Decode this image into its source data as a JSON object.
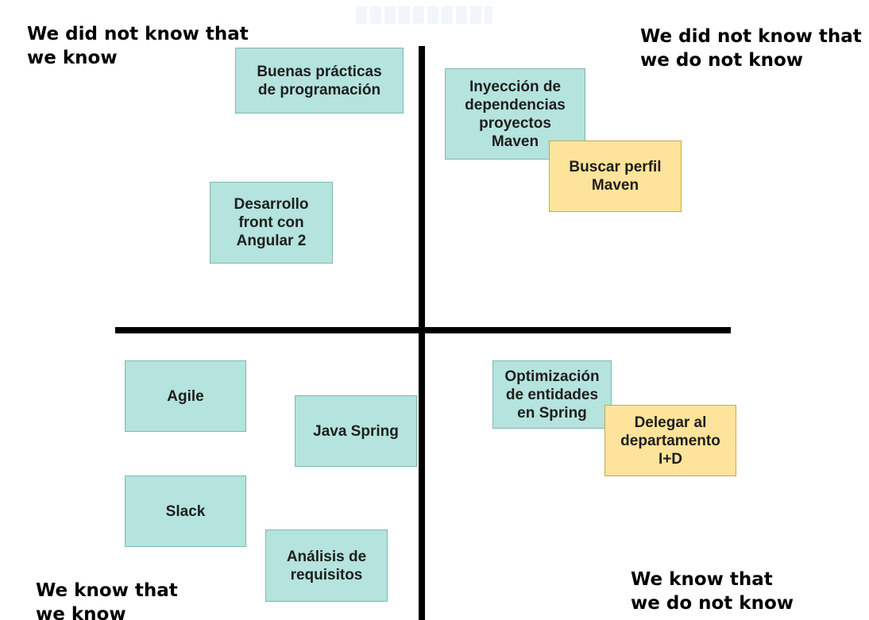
{
  "quadrant_labels": {
    "top_left": "We did not know that\nwe know",
    "top_right": "We did not know that\nwe do not know",
    "bottom_left": "We know that\nwe know",
    "bottom_right": "We know that\nwe do not know"
  },
  "notes": {
    "buenas_practicas": "Buenas prácticas\nde programación",
    "desarrollo_front": "Desarrollo\nfront con\nAngular 2",
    "inyeccion": "Inyección de\ndependencias\nproyectos\nMaven",
    "buscar_perfil": "Buscar perfil\nMaven",
    "agile": "Agile",
    "java_spring": "Java Spring",
    "slack": "Slack",
    "analisis": "Análisis de\nrequisitos",
    "optimizacion": "Optimización\nde entidades\nen Spring",
    "delegar": "Delegar al\ndepartamento\nI+D"
  },
  "colors": {
    "teal_note": "#b5e3dd",
    "yellow_note": "#fde49a",
    "axis": "#000000"
  }
}
